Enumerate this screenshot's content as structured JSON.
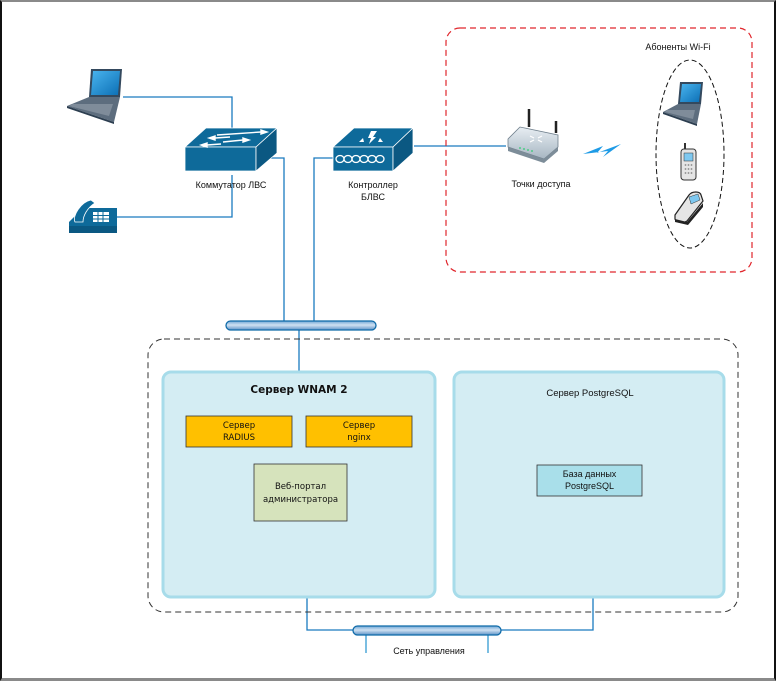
{
  "devices": {
    "lan_switch": "Коммутатор ЛВС",
    "wlan_controller_line1": "Контроллер",
    "wlan_controller_line2": "БЛВС",
    "access_points": "Точки доступа",
    "wifi_subscribers": "Абоненты Wi-Fi"
  },
  "servers": {
    "wnam": {
      "title": "Сервер WNAM 2",
      "radius_line1": "Сервер",
      "radius_line2": "RADIUS",
      "nginx_line1": "Сервер",
      "nginx_line2": "nginx",
      "portal_line1": "Веб-портал",
      "portal_line2": "администратора"
    },
    "postgres": {
      "title": "Сервер PostgreSQL",
      "db_line1": "База данных",
      "db_line2": "PostgreSQL"
    }
  },
  "networks": {
    "management": "Сеть управления"
  },
  "colors": {
    "cisco_blue": "#0e6a9a",
    "link_blue": "#1a7bbf",
    "server_fill": "#d4edf3",
    "server_border": "#a7dcea",
    "orange_box": "#ffc000",
    "green_box": "#d6e3bc",
    "db_box": "#a9dfea",
    "wifi_zone": "#e0262c"
  }
}
